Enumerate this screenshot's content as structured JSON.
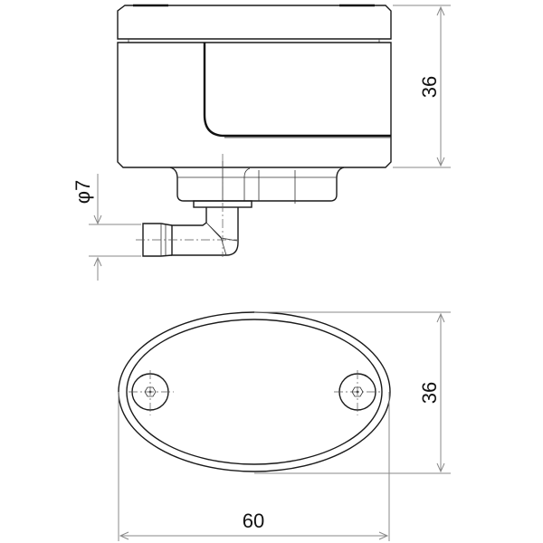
{
  "drawing": {
    "title": "Reservoir tank technical drawing",
    "views": [
      {
        "name": "side-view",
        "description": "Cylindrical reservoir with cap and elbow hose fitting"
      },
      {
        "name": "top-view",
        "description": "Oval mounting base with two hex socket screws"
      }
    ],
    "dimensions": {
      "side_height": "36",
      "fitting_diameter": "φ7",
      "top_height": "36",
      "top_width": "60"
    },
    "colors": {
      "line": "#1a1a1a",
      "dimension_line": "#8a8a8a",
      "background": "#ffffff"
    }
  }
}
